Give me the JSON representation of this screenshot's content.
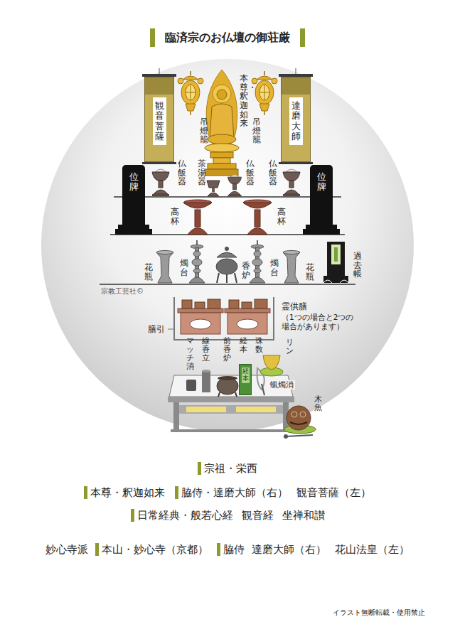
{
  "diagram": {
    "title": "臨済宗のお仏壇の御荘厳",
    "nodes": [
      {
        "text": [
          "観音菩薩"
        ]
      },
      {
        "text": [
          "達磨大師"
        ]
      },
      {
        "text": [
          "位牌"
        ]
      },
      {
        "text": [
          "位牌"
        ]
      },
      {
        "text": [
          "経本"
        ]
      }
    ],
    "labels": [
      "吊燈籠",
      "本尊・釈迦如来",
      "吊燈籠",
      "仏飯器",
      "茶湯器",
      "仏飯器",
      "仏飯器",
      "高杯",
      "高杯",
      "花瓶",
      "燭台",
      "香炉",
      "燭台",
      "花瓶",
      "過去帳",
      "宗教工芸社©",
      "霊供膳",
      "（1つの場合と2つの場合があります）",
      "膳引",
      "マッチ消",
      "線香立",
      "前香炉",
      "経本",
      "珠数",
      "リン",
      "蝋燭消",
      "木魚",
      "宗祖・栄西",
      "本尊・釈迦如来",
      "脇侍・達磨大師（右）",
      "観音菩薩（左）",
      "日常経典・般若心経",
      "観音経",
      "坐禅和讃",
      "妙心寺派",
      "本山・妙心寺（京都）",
      "脇侍",
      "達磨大師（右）",
      "花山法皇（左）",
      "イラスト無断転載・使用禁止"
    ]
  }
}
